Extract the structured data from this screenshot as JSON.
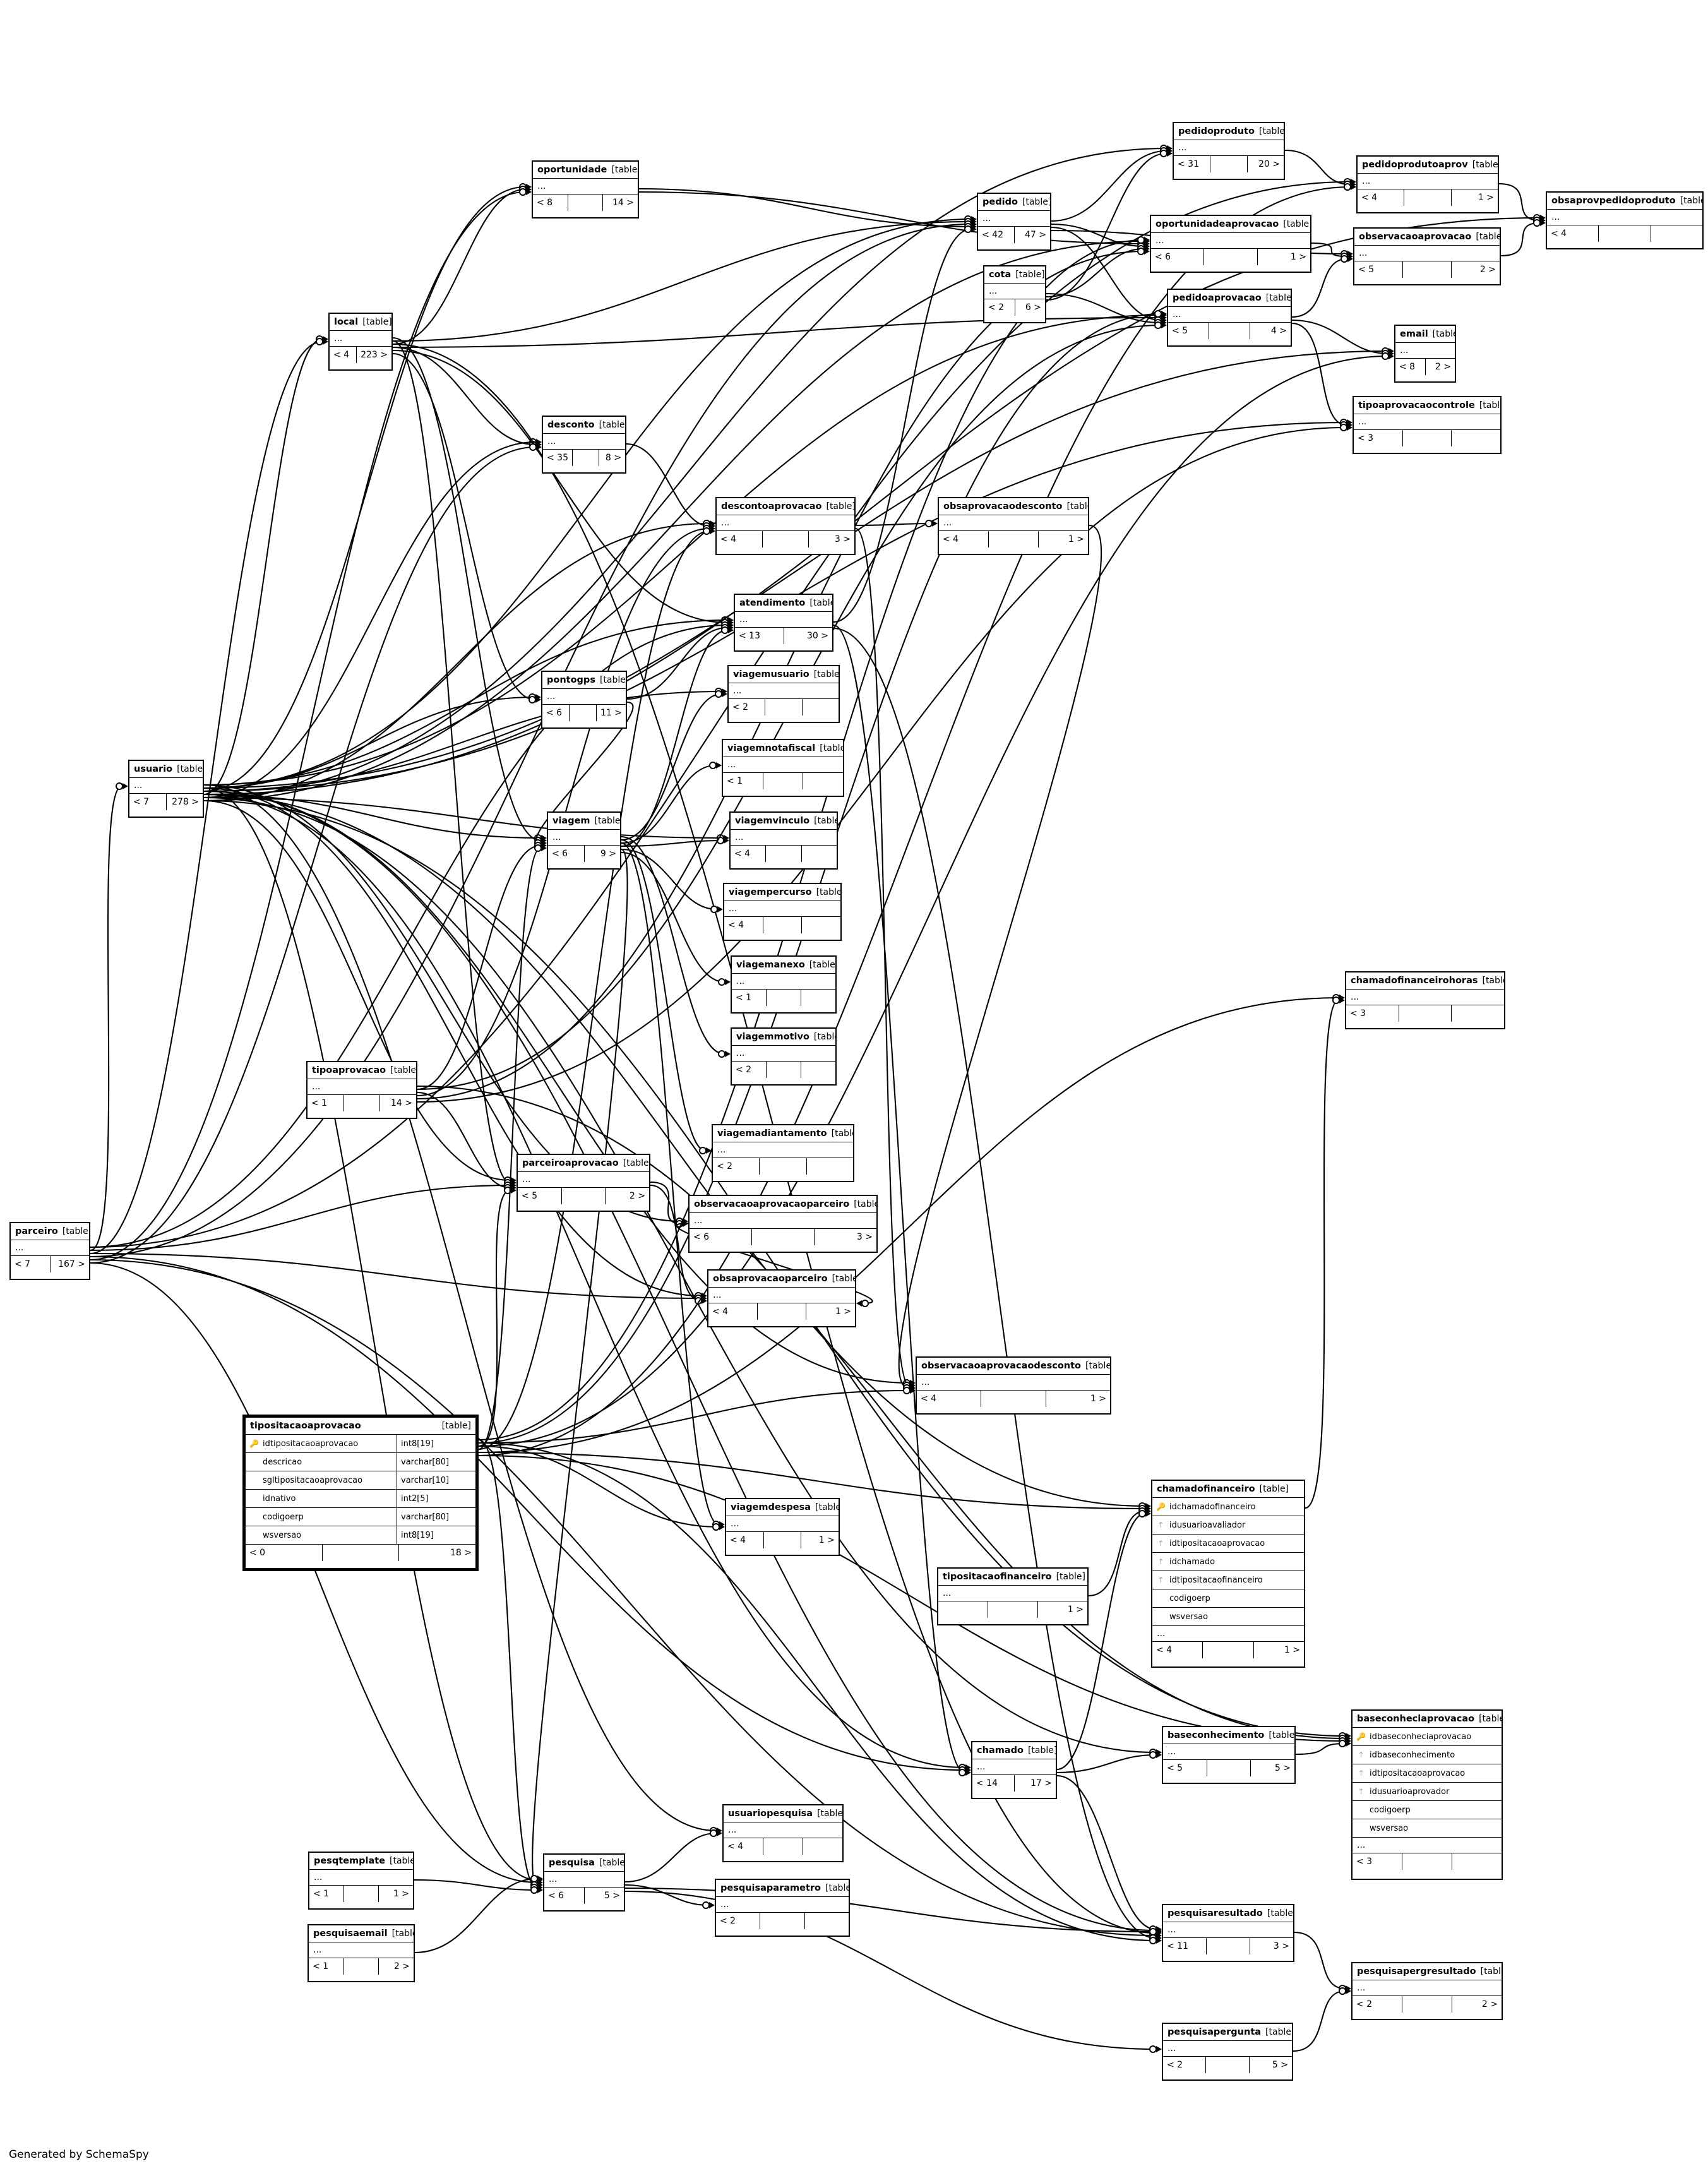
{
  "footer": "Generated by SchemaSpy",
  "type_tag": "[table]",
  "tables": {
    "pedidoproduto": {
      "name": "pedidoproduto",
      "ell": "...",
      "foot": [
        "< 31",
        "",
        "20 >"
      ]
    },
    "oportunidade": {
      "name": "oportunidade",
      "ell": "...",
      "foot": [
        "< 8",
        "",
        "14 >"
      ]
    },
    "pedidoprodutoaprov": {
      "name": "pedidoprodutoaprov",
      "ell": "...",
      "foot": [
        "< 4",
        "",
        "1 >"
      ]
    },
    "obsaprovpedidoproduto": {
      "name": "obsaprovpedidoproduto",
      "ell": "...",
      "foot": [
        "< 4",
        "",
        ""
      ]
    },
    "pedido": {
      "name": "pedido",
      "ell": "...",
      "foot": [
        "< 42",
        "47 >"
      ]
    },
    "oportunidadeaprovacao": {
      "name": "oportunidadeaprovacao",
      "ell": "...",
      "foot": [
        "< 6",
        "",
        "1 >"
      ]
    },
    "observacaoaprovacao": {
      "name": "observacaoaprovacao",
      "ell": "...",
      "foot": [
        "< 5",
        "",
        "2 >"
      ]
    },
    "cota": {
      "name": "cota",
      "ell": "...",
      "foot": [
        "< 2",
        "6 >"
      ]
    },
    "pedidoaprovacao": {
      "name": "pedidoaprovacao",
      "ell": "...",
      "foot": [
        "< 5",
        "",
        "4 >"
      ]
    },
    "local": {
      "name": "local",
      "ell": "...",
      "foot": [
        "< 4",
        "223 >"
      ]
    },
    "email": {
      "name": "email",
      "ell": "...",
      "foot": [
        "< 8",
        "2 >"
      ]
    },
    "tipoaprovacaocontrole": {
      "name": "tipoaprovacaocontrole",
      "ell": "...",
      "foot": [
        "< 3",
        "",
        ""
      ]
    },
    "desconto": {
      "name": "desconto",
      "ell": "...",
      "foot": [
        "< 35",
        "",
        "8 >"
      ]
    },
    "descontoaprovacao": {
      "name": "descontoaprovacao",
      "ell": "...",
      "foot": [
        "< 4",
        "",
        "3 >"
      ]
    },
    "obsaprovacaodesconto": {
      "name": "obsaprovacaodesconto",
      "ell": "...",
      "foot": [
        "< 4",
        "",
        "1 >"
      ]
    },
    "atendimento": {
      "name": "atendimento",
      "ell": "...",
      "foot": [
        "< 13",
        "30 >"
      ]
    },
    "pontogps": {
      "name": "pontogps",
      "ell": "...",
      "foot": [
        "< 6",
        "",
        "11 >"
      ]
    },
    "viagemusuario": {
      "name": "viagemusuario",
      "ell": "...",
      "foot": [
        "< 2",
        "",
        ""
      ]
    },
    "viagemnotafiscal": {
      "name": "viagemnotafiscal",
      "ell": "...",
      "foot": [
        "< 1",
        "",
        ""
      ]
    },
    "usuario": {
      "name": "usuario",
      "ell": "...",
      "foot": [
        "< 7",
        "278 >"
      ]
    },
    "viagem": {
      "name": "viagem",
      "ell": "...",
      "foot": [
        "< 6",
        "9 >"
      ]
    },
    "viagemvinculo": {
      "name": "viagemvinculo",
      "ell": "...",
      "foot": [
        "< 4",
        "",
        ""
      ]
    },
    "viagempercurso": {
      "name": "viagempercurso",
      "ell": "...",
      "foot": [
        "< 4",
        "",
        ""
      ]
    },
    "viagemanexo": {
      "name": "viagemanexo",
      "ell": "...",
      "foot": [
        "< 1",
        "",
        ""
      ]
    },
    "chamadofinanceirohoras": {
      "name": "chamadofinanceirohoras",
      "ell": "...",
      "foot": [
        "< 3",
        "",
        ""
      ]
    },
    "viagemmotivo": {
      "name": "viagemmotivo",
      "ell": "...",
      "foot": [
        "< 2",
        "",
        ""
      ]
    },
    "tipoaprovacao": {
      "name": "tipoaprovacao",
      "ell": "...",
      "foot": [
        "< 1",
        "",
        "14 >"
      ]
    },
    "viagemadiantamento": {
      "name": "viagemadiantamento",
      "ell": "...",
      "foot": [
        "< 2",
        "",
        ""
      ]
    },
    "parceiroaprovacao": {
      "name": "parceiroaprovacao",
      "ell": "...",
      "foot": [
        "< 5",
        "",
        "2 >"
      ]
    },
    "observacaoaprovacaoparceiro": {
      "name": "observacaoaprovacaoparceiro",
      "ell": "...",
      "foot": [
        "< 6",
        "",
        "3 >"
      ]
    },
    "parceiro": {
      "name": "parceiro",
      "ell": "...",
      "foot": [
        "< 7",
        "167 >"
      ]
    },
    "obsaprovacaoparceiro": {
      "name": "obsaprovacaoparceiro",
      "ell": "...",
      "foot": [
        "< 4",
        "",
        "1 >"
      ]
    },
    "observacaoaprovacaodesconto": {
      "name": "observacaoaprovacaodesconto",
      "ell": "...",
      "foot": [
        "< 4",
        "",
        "1 >"
      ]
    },
    "tipositacaoaprovacao": {
      "name": "tipositacaoaprovacao",
      "ell": "",
      "foot": [
        "< 0",
        "",
        "18 >"
      ],
      "columns": [
        {
          "name": "idtipositacaoaprovacao",
          "type": "int8[19]",
          "icon": "pk"
        },
        {
          "name": "descricao",
          "type": "varchar[80]",
          "icon": ""
        },
        {
          "name": "sgltipositacaoaprovacao",
          "type": "varchar[10]",
          "icon": ""
        },
        {
          "name": "idnativo",
          "type": "int2[5]",
          "icon": ""
        },
        {
          "name": "codigoerp",
          "type": "varchar[80]",
          "icon": ""
        },
        {
          "name": "wsversao",
          "type": "int8[19]",
          "icon": ""
        }
      ]
    },
    "chamadofinanceiro": {
      "name": "chamadofinanceiro",
      "ell": "...",
      "foot": [
        "< 4",
        "",
        "1 >"
      ],
      "columns": [
        {
          "name": "idchamadofinanceiro",
          "icon": "pk"
        },
        {
          "name": "idusuarioavaliador",
          "icon": "fk"
        },
        {
          "name": "idtipositacaoaprovacao",
          "icon": "fk"
        },
        {
          "name": "idchamado",
          "icon": "fk"
        },
        {
          "name": "idtipositacaofinanceiro",
          "icon": "fk"
        },
        {
          "name": "codigoerp",
          "icon": ""
        },
        {
          "name": "wsversao",
          "icon": ""
        }
      ]
    },
    "viagemdespesa": {
      "name": "viagemdespesa",
      "ell": "...",
      "foot": [
        "< 4",
        "",
        "1 >"
      ]
    },
    "tipositacaofinanceiro": {
      "name": "tipositacaofinanceiro",
      "ell": "...",
      "foot": [
        "",
        "",
        "1 >"
      ]
    },
    "baseconhecimento": {
      "name": "baseconhecimento",
      "ell": "...",
      "foot": [
        "< 5",
        "",
        "5 >"
      ]
    },
    "baseconheciaprovacao": {
      "name": "baseconheciaprovacao",
      "ell": "...",
      "foot": [
        "< 3",
        "",
        ""
      ],
      "columns": [
        {
          "name": "idbaseconheciaprovacao",
          "icon": "pk"
        },
        {
          "name": "idbaseconhecimento",
          "icon": "fk"
        },
        {
          "name": "idtipositacaoaprovacao",
          "icon": "fk"
        },
        {
          "name": "idusuarioaprovador",
          "icon": "fk"
        },
        {
          "name": "codigoerp",
          "icon": ""
        },
        {
          "name": "wsversao",
          "icon": ""
        }
      ]
    },
    "chamado": {
      "name": "chamado",
      "ell": "...",
      "foot": [
        "< 14",
        "17 >"
      ]
    },
    "usuariopesquisa": {
      "name": "usuariopesquisa",
      "ell": "...",
      "foot": [
        "< 4",
        "",
        ""
      ]
    },
    "pesqtemplate": {
      "name": "pesqtemplate",
      "ell": "...",
      "foot": [
        "< 1",
        "",
        "1 >"
      ]
    },
    "pesquisa": {
      "name": "pesquisa",
      "ell": "...",
      "foot": [
        "< 6",
        "5 >"
      ]
    },
    "pesquisaparametro": {
      "name": "pesquisaparametro",
      "ell": "...",
      "foot": [
        "< 2",
        "",
        ""
      ]
    },
    "pesquisaresultado": {
      "name": "pesquisaresultado",
      "ell": "...",
      "foot": [
        "< 11",
        "",
        "3 >"
      ]
    },
    "pesquisaemail": {
      "name": "pesquisaemail",
      "ell": "...",
      "foot": [
        "< 1",
        "",
        "2 >"
      ]
    },
    "pesquisapergresultado": {
      "name": "pesquisapergresultado",
      "ell": "...",
      "foot": [
        "< 2",
        "",
        "2 >"
      ]
    },
    "pesquisapergunta": {
      "name": "pesquisapergunta",
      "ell": "...",
      "foot": [
        "< 2",
        "",
        "5 >"
      ]
    }
  },
  "relationships": [
    [
      "usuario",
      "pedido"
    ],
    [
      "usuario",
      "oportunidade"
    ],
    [
      "usuario",
      "local"
    ],
    [
      "usuario",
      "desconto"
    ],
    [
      "usuario",
      "descontoaprovacao"
    ],
    [
      "usuario",
      "atendimento"
    ],
    [
      "usuario",
      "pontogps"
    ],
    [
      "usuario",
      "viagemusuario"
    ],
    [
      "usuario",
      "viagem"
    ],
    [
      "usuario",
      "viagemvinculo"
    ],
    [
      "usuario",
      "parceiroaprovacao"
    ],
    [
      "usuario",
      "observacaoaprovacaoparceiro"
    ],
    [
      "usuario",
      "obsaprovacaoparceiro"
    ],
    [
      "usuario",
      "observacaoaprovacaodesconto"
    ],
    [
      "usuario",
      "chamado"
    ],
    [
      "usuario",
      "baseconhecimento"
    ],
    [
      "usuario",
      "baseconheciaprovacao"
    ],
    [
      "usuario",
      "usuariopesquisa"
    ],
    [
      "usuario",
      "pesquisa"
    ],
    [
      "usuario",
      "pesquisaresultado"
    ],
    [
      "usuario",
      "chamadofinanceiro"
    ],
    [
      "usuario",
      "pedidoproduto"
    ],
    [
      "usuario",
      "oportunidadeaprovacao"
    ],
    [
      "usuario",
      "pedidoaprovacao"
    ],
    [
      "usuario",
      "email"
    ],
    [
      "usuario",
      "tipoaprovacaocontrole"
    ],
    [
      "usuario",
      "obsaprovpedidoproduto"
    ],
    [
      "local",
      "pedido"
    ],
    [
      "local",
      "oportunidade"
    ],
    [
      "local",
      "desconto"
    ],
    [
      "local",
      "atendimento"
    ],
    [
      "local",
      "pontogps"
    ],
    [
      "local",
      "viagem"
    ],
    [
      "local",
      "parceiroaprovacao"
    ],
    [
      "local",
      "pesquisaresultado"
    ],
    [
      "local",
      "pedidoaprovacao"
    ],
    [
      "parceiro",
      "usuario"
    ],
    [
      "parceiro",
      "local"
    ],
    [
      "parceiro",
      "pedido"
    ],
    [
      "parceiro",
      "oportunidade"
    ],
    [
      "parceiro",
      "desconto"
    ],
    [
      "parceiro",
      "atendimento"
    ],
    [
      "parceiro",
      "parceiroaprovacao"
    ],
    [
      "parceiro",
      "obsaprovacaoparceiro"
    ],
    [
      "parceiro",
      "chamado"
    ],
    [
      "parceiro",
      "pesquisaresultado"
    ],
    [
      "parceiro",
      "pesquisa"
    ],
    [
      "parceiro",
      "pedidoprodutoaprov"
    ],
    [
      "oportunidade",
      "pedido"
    ],
    [
      "oportunidade",
      "oportunidadeaprovacao"
    ],
    [
      "pedido",
      "pedidoproduto"
    ],
    [
      "pedido",
      "oportunidadeaprovacao"
    ],
    [
      "pedido",
      "pedidoaprovacao"
    ],
    [
      "pedido",
      "observacaoaprovacao"
    ],
    [
      "pedidoproduto",
      "pedidoprodutoaprov"
    ],
    [
      "pedidoprodutoaprov",
      "obsaprovpedidoproduto"
    ],
    [
      "observacaoaprovacao",
      "obsaprovpedidoproduto"
    ],
    [
      "oportunidadeaprovacao",
      "observacaoaprovacao"
    ],
    [
      "pedidoaprovacao",
      "observacaoaprovacao"
    ],
    [
      "pedidoaprovacao",
      "email"
    ],
    [
      "pedidoaprovacao",
      "tipoaprovacaocontrole"
    ],
    [
      "cota",
      "pedidoaprovacao"
    ],
    [
      "cota",
      "oportunidadeaprovacao"
    ],
    [
      "cota",
      "pedidoproduto"
    ],
    [
      "desconto",
      "descontoaprovacao"
    ],
    [
      "descontoaprovacao",
      "obsaprovacaodesconto"
    ],
    [
      "descontoaprovacao",
      "observacaoaprovacaodesconto"
    ],
    [
      "obsaprovacaodesconto",
      "observacaoaprovacaodesconto"
    ],
    [
      "atendimento",
      "pedido"
    ],
    [
      "atendimento",
      "chamado"
    ],
    [
      "atendimento",
      "pesquisaresultado"
    ],
    [
      "pontogps",
      "atendimento"
    ],
    [
      "pontogps",
      "viagem"
    ],
    [
      "viagem",
      "viagemusuario"
    ],
    [
      "viagem",
      "viagemnotafiscal"
    ],
    [
      "viagem",
      "viagemvinculo"
    ],
    [
      "viagem",
      "viagempercurso"
    ],
    [
      "viagem",
      "viagemanexo"
    ],
    [
      "viagem",
      "viagemmotivo"
    ],
    [
      "viagem",
      "viagemadiantamento"
    ],
    [
      "viagem",
      "viagemdespesa"
    ],
    [
      "viagem",
      "atendimento"
    ],
    [
      "viagem",
      "pesquisa"
    ],
    [
      "tipoaprovacao",
      "pedidoaprovacao"
    ],
    [
      "tipoaprovacao",
      "parceiroaprovacao"
    ],
    [
      "tipoaprovacao",
      "descontoaprovacao"
    ],
    [
      "tipoaprovacao",
      "oportunidadeaprovacao"
    ],
    [
      "tipoaprovacao",
      "tipoaprovacaocontrole"
    ],
    [
      "tipoaprovacao",
      "baseconheciaprovacao"
    ],
    [
      "tipoaprovacao",
      "viagem"
    ],
    [
      "parceiroaprovacao",
      "observacaoaprovacaoparceiro"
    ],
    [
      "parceiroaprovacao",
      "obsaprovacaoparceiro"
    ],
    [
      "observacaoaprovacaoparceiro",
      "obsaprovacaoparceiro"
    ],
    [
      "tipositacaoaprovacao",
      "pedidoaprovacao"
    ],
    [
      "tipositacaoaprovacao",
      "parceiroaprovacao"
    ],
    [
      "tipositacaoaprovacao",
      "descontoaprovacao"
    ],
    [
      "tipositacaoaprovacao",
      "chamadofinanceiro"
    ],
    [
      "tipositacaoaprovacao",
      "baseconheciaprovacao"
    ],
    [
      "tipositacaoaprovacao",
      "oportunidadeaprovacao"
    ],
    [
      "tipositacaoaprovacao",
      "observacaoaprovacaodesconto"
    ],
    [
      "tipositacaoaprovacao",
      "viagemdespesa"
    ],
    [
      "tipositacaoaprovacao",
      "viagem"
    ],
    [
      "tipositacaoaprovacao",
      "chamadofinanceirohoras"
    ],
    [
      "tipositacaoaprovacao",
      "pedidoprodutoaprov"
    ],
    [
      "tipositacaoaprovacao",
      "pesquisa"
    ],
    [
      "tipositacaoaprovacao",
      "pesquisaresultado"
    ],
    [
      "tipositacaoaprovacao",
      "email"
    ],
    [
      "chamadofinanceiro",
      "chamadofinanceirohoras"
    ],
    [
      "tipositacaofinanceiro",
      "chamadofinanceiro"
    ],
    [
      "chamado",
      "chamadofinanceiro"
    ],
    [
      "chamado",
      "baseconhecimento"
    ],
    [
      "chamado",
      "pesquisaresultado"
    ],
    [
      "baseconhecimento",
      "baseconheciaprovacao"
    ],
    [
      "pesquisa",
      "usuariopesquisa"
    ],
    [
      "pesquisa",
      "pesquisaparametro"
    ],
    [
      "pesquisa",
      "pesquisaresultado"
    ],
    [
      "pesquisa",
      "pesquisapergunta"
    ],
    [
      "pesqtemplate",
      "pesquisa"
    ],
    [
      "pesquisaemail",
      "pesquisa"
    ],
    [
      "pesquisaresultado",
      "pesquisapergresultado"
    ],
    [
      "pesquisapergunta",
      "pesquisapergresultado"
    ]
  ]
}
